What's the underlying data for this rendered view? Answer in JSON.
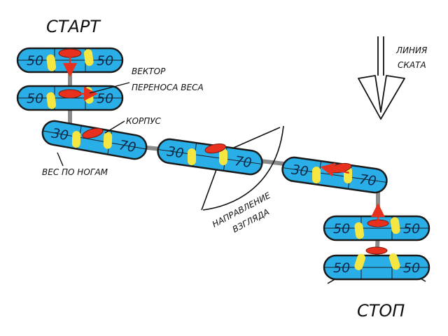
{
  "labels": {
    "start": "СТАРТ",
    "stop": "СТОП",
    "fall_line_1": "ЛИНИЯ",
    "fall_line_2": "СКАТА",
    "vector_1": "ВЕКТОР",
    "vector_2": "ПЕРЕНОСА ВЕСА",
    "body": "КОРПУС",
    "weight": "ВЕС ПО НОГАМ",
    "gaze_1": "НАПРАВЛЕНИЕ",
    "gaze_2": "ВЗГЛЯДА"
  },
  "boards": [
    {
      "left": "50",
      "right": "50"
    },
    {
      "left": "50",
      "right": "50"
    },
    {
      "left": "30",
      "right": "70"
    },
    {
      "left": "30",
      "right": "70"
    },
    {
      "left": "30",
      "right": "70"
    },
    {
      "left": "50",
      "right": "50"
    },
    {
      "left": "50",
      "right": "50"
    }
  ],
  "colors": {
    "board": "#29aee8",
    "board_outline": "#1a1a1a",
    "binding": "#f5e642",
    "body_marker": "#e8301e",
    "path": "#8a8a8a"
  }
}
